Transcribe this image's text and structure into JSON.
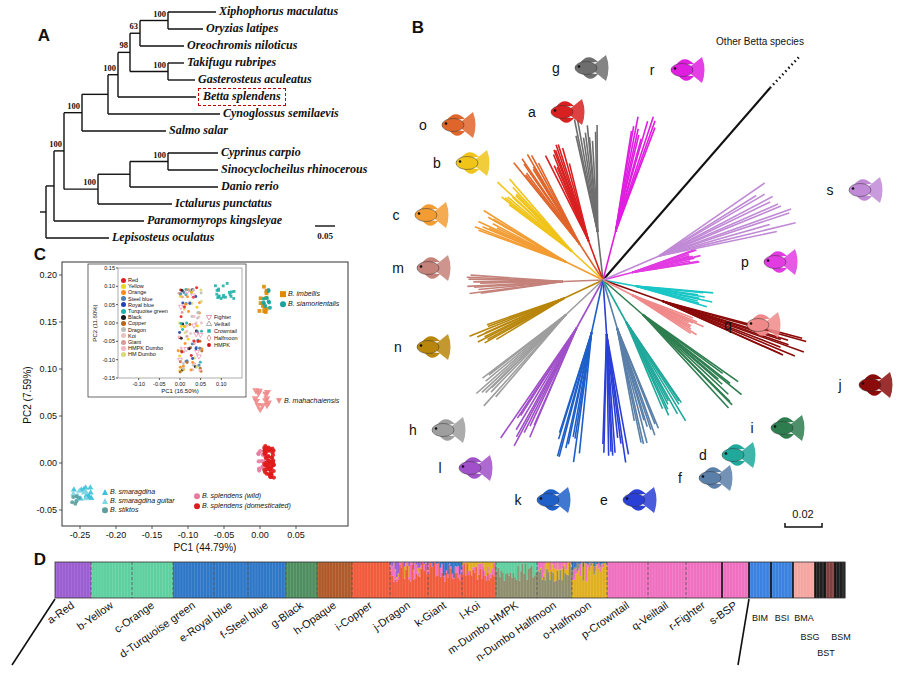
{
  "diagram": {
    "nodes": [
      {
        "text": [
          "Betta splendens"
        ]
      }
    ],
    "labels": [
      "A",
      "Xiphophorus maculatus",
      "Oryzias latipes",
      "Oreochromis niloticus",
      "Takifugu rubripes",
      "Gasterosteus aculeatus",
      "Cynoglossus semilaevis",
      "Salmo salar",
      "Cyprinus carpio",
      "Sinocyclocheilus rhinocerous",
      "Danio rerio",
      "Ictalurus punctatus",
      "Paramormyrops kingsleyae",
      "Lepisosteus oculatus",
      "100",
      "63",
      "98",
      "100",
      "100",
      "100",
      "100",
      "100",
      "100",
      "0.05",
      "B",
      "Other Betta species",
      "g",
      "r",
      "o",
      "a",
      "b",
      "c",
      "m",
      "n",
      "h",
      "l",
      "k",
      "e",
      "f",
      "d",
      "i",
      "j",
      "q",
      "p",
      "s",
      "0.02",
      "C",
      "0.20",
      "0.15",
      "0.10",
      "0.05",
      "0.00",
      "-0.05",
      "-0.25",
      "-0.20",
      "-0.15",
      "-0.10",
      "-0.05",
      "0.00",
      "0.05",
      "PC2 (7.59%)",
      "PC1 (44.79%)",
      "0.15",
      "0.10",
      "0.05",
      "0.00",
      "-0.05",
      "-0.10",
      "-0.15",
      "-0.10",
      "-0.05",
      "0.00",
      "0.05",
      "0.10",
      "PC2 (11.60%)",
      "PC1 (16.50%)",
      "D",
      "a-Red",
      "b-Yellow",
      "c-Orange",
      "d-Turquoise green",
      "e-Royal blue",
      "f-Steel blue",
      "g-Black",
      "h-Opaque",
      "i-Copper",
      "j-Dragon",
      "k-Giant",
      "l-Koi",
      "m-Dumbo HMPK",
      "n-Dumbo Halfmoon",
      "o-Halfmoon",
      "p-Crowntail",
      "q-Veiltail",
      "r-Fighter",
      "s-BSP",
      "BIM",
      "BSI",
      "BMA",
      "BSG",
      "BSM",
      "BST"
    ],
    "legend": [
      {
        "text": "Red",
        "color": "#e41a1c"
      },
      {
        "text": "Yellow",
        "color": "#f2d21b"
      },
      {
        "text": "Orange",
        "color": "#ff8c1a"
      },
      {
        "text": "Steel blue",
        "color": "#4f7fb0"
      },
      {
        "text": "Royal blue",
        "color": "#2243b6"
      },
      {
        "text": "Turquoise green",
        "color": "#20b2aa"
      },
      {
        "text": "Black",
        "color": "#1a1a1a"
      },
      {
        "text": "Copper",
        "color": "#b5651d"
      },
      {
        "text": "Dragon",
        "color": "#bdbdbd"
      },
      {
        "text": "Koi",
        "color": "#e6c3c3"
      },
      {
        "text": "Giant",
        "color": "#d89a9a"
      },
      {
        "text": "HMPK Dumbo",
        "color": "#f4b6c2"
      },
      {
        "text": "HM Dumbo",
        "color": "#d9d97a"
      },
      {
        "text": "Fighter"
      },
      {
        "text": "Veiltail"
      },
      {
        "text": "Crowntail"
      },
      {
        "text": "Halfmoon"
      },
      {
        "text": "HMPK"
      },
      {
        "text": "B. imbellis",
        "color": "#e08a00"
      },
      {
        "text": "B. siamorientalis",
        "color": "#1aa39a"
      },
      {
        "text": "B. mahachaiensis",
        "color": "#f08a8a"
      },
      {
        "text": "B. smaragdina",
        "color": "#3cc1d6"
      },
      {
        "text": "B. smaragdina guitar",
        "color": "#7fd6e2"
      },
      {
        "text": "B. stiktos",
        "color": "#5a9e9e"
      },
      {
        "text": "B. splendens (wild)",
        "color": "#e87aa0"
      },
      {
        "text": "B. splendens (domesticated)",
        "color": "#e01b1b"
      }
    ]
  }
}
